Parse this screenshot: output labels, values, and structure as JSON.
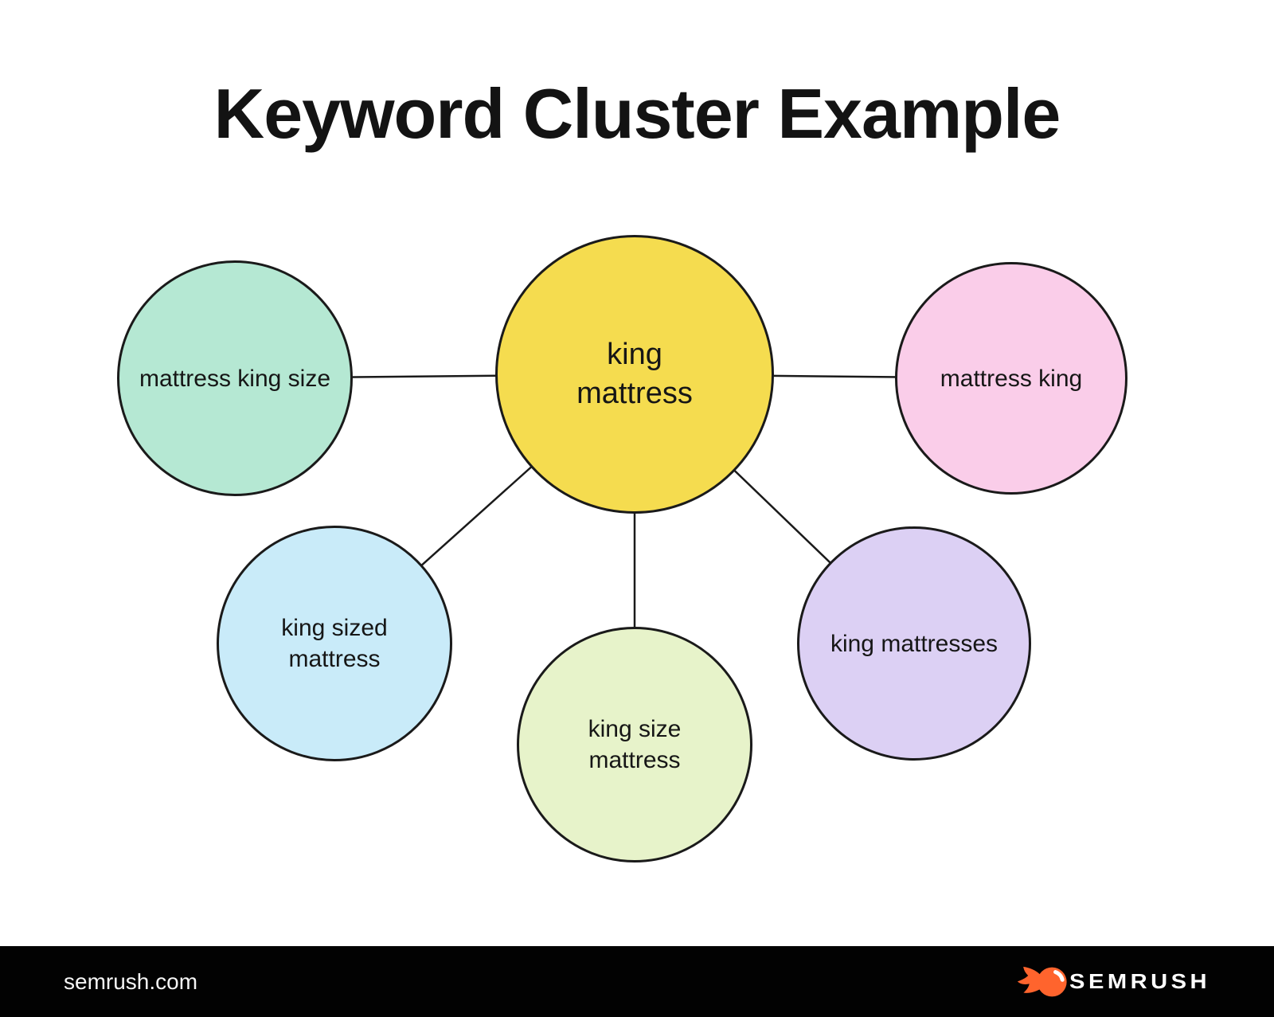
{
  "title": "Keyword Cluster Example",
  "diagram": {
    "stroke_color": "#1a1a1a",
    "center": {
      "label": "king\nmattress",
      "color": "#F5DC4F"
    },
    "satellites": [
      {
        "label": "mattress king size",
        "color": "#B5E8D3"
      },
      {
        "label": "mattress king",
        "color": "#FACDE9"
      },
      {
        "label": "king sized\nmattress",
        "color": "#C9EBF9"
      },
      {
        "label": "king size\nmattress",
        "color": "#E7F3CA"
      },
      {
        "label": "king mattresses",
        "color": "#DCD0F4"
      }
    ]
  },
  "footer": {
    "site": "semrush.com",
    "brand": "SEMRUSH",
    "bg_color": "#020202",
    "brand_orange": "#FF642D"
  }
}
